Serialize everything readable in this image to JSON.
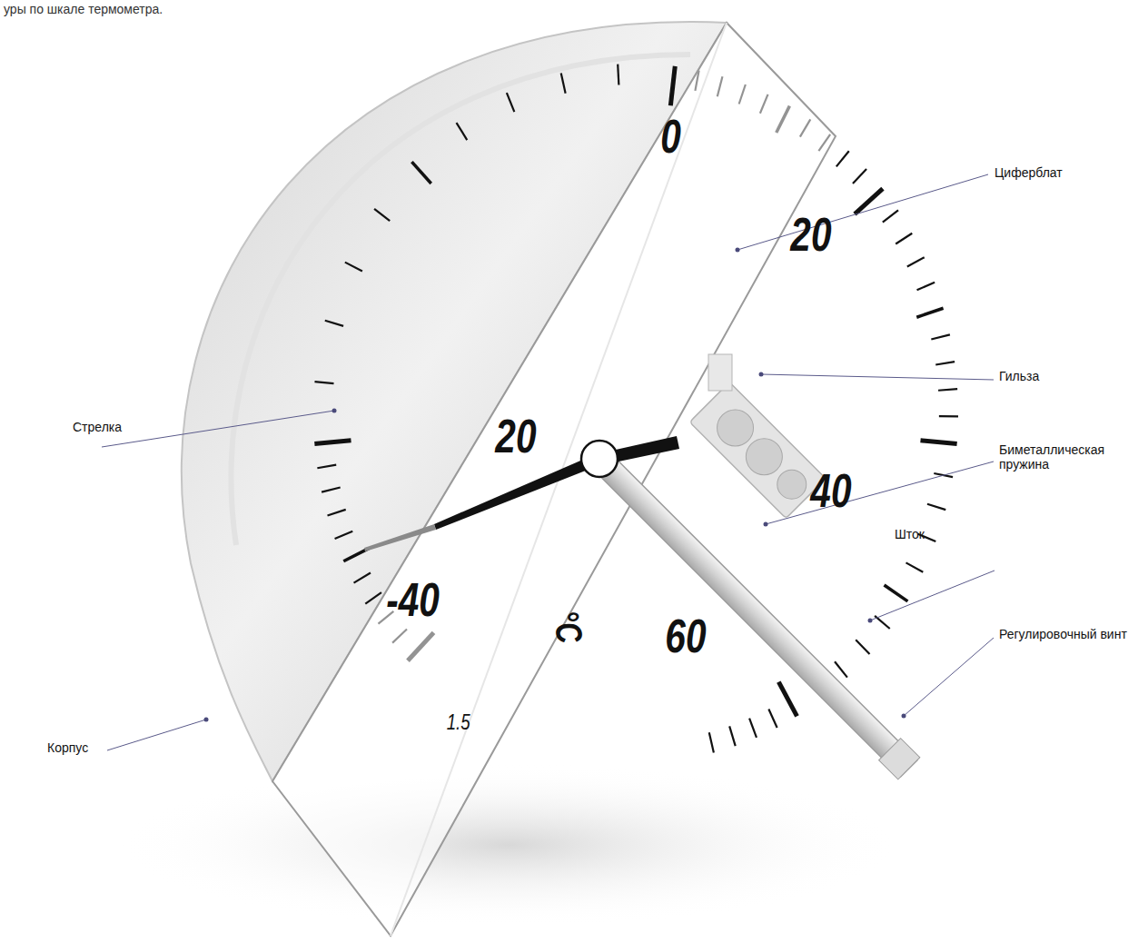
{
  "diagram": {
    "labels": [
      "уры по шкале термометра.",
      "Циферблат",
      "Гильза",
      "Биметаллическая пружина",
      "Шток",
      "Регулировочный винт",
      "Стрелка",
      "Корпус",
      "0",
      "20",
      "40",
      "60",
      "20",
      "-40",
      "°C",
      "1.5"
    ]
  }
}
